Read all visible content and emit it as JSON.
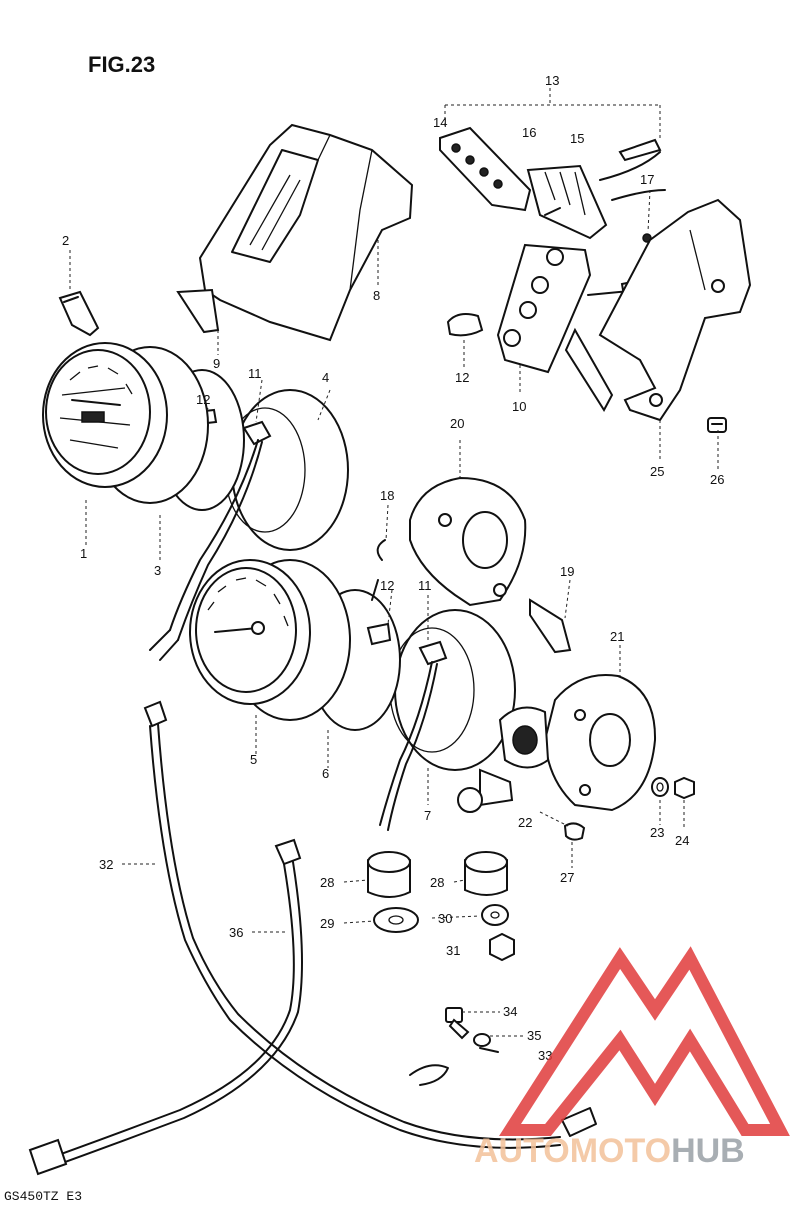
{
  "figure_title": "FIG.23",
  "model_code": "GS450TZ E3",
  "watermark": {
    "part1": "AUTOMOTO",
    "part2": "HUB",
    "accent": "#e03b3b",
    "light": "#f3c19a",
    "gray": "#9aa0a6"
  },
  "labels": {
    "p1": "1",
    "p2": "2",
    "p3": "3",
    "p4": "4",
    "p5": "5",
    "p6": "6",
    "p7": "7",
    "p8": "8",
    "p9": "9",
    "p10": "10",
    "p11a": "11",
    "p11b": "11",
    "p12a": "12",
    "p12b": "12",
    "p12c": "12",
    "p13": "13",
    "p14": "14",
    "p15": "15",
    "p16": "16",
    "p17": "17",
    "p18": "18",
    "p19": "19",
    "p20": "20",
    "p21": "21",
    "p22": "22",
    "p23": "23",
    "p24": "24",
    "p25": "25",
    "p26": "26",
    "p27": "27",
    "p28a": "28",
    "p28b": "28",
    "p29": "29",
    "p30": "30",
    "p31": "31",
    "p32": "32",
    "p33": "33",
    "p34": "34",
    "p35": "35",
    "p36": "36"
  }
}
